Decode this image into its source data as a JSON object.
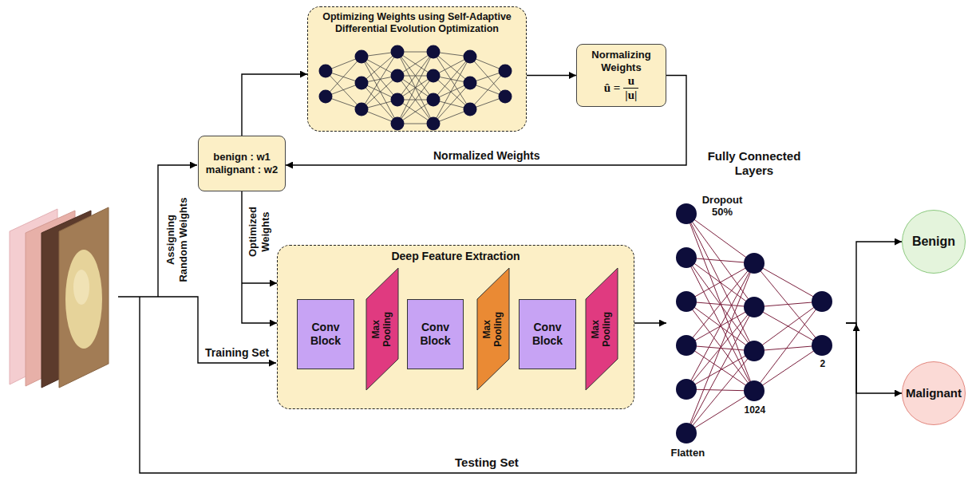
{
  "diagram": {
    "nodes": [
      {
        "text": [
          "Optimizing Weights using Self-Adaptive Differential Evolution Optimization"
        ]
      },
      {
        "text": [
          "Normalizing Weights",
          "û =",
          "u",
          "|u|"
        ]
      },
      {
        "text": [
          "benign : w1",
          "malignant : w2"
        ]
      },
      {
        "text": [
          "Deep Feature Extraction"
        ]
      },
      {
        "text": [
          "Conv Block"
        ],
        "in": 3
      },
      {
        "text": [
          "Max Pooling"
        ],
        "in": 3
      },
      {
        "text": [
          "Conv Block"
        ],
        "in": 3
      },
      {
        "text": [
          "Max Pooling"
        ],
        "in": 3
      },
      {
        "text": [
          "Conv Block"
        ],
        "in": 3
      },
      {
        "text": [
          "Max Pooling"
        ],
        "in": 3
      },
      {
        "text": [
          "Fully Connected Layers"
        ]
      },
      {
        "text": [
          "Benign"
        ]
      },
      {
        "text": [
          "Malignant"
        ]
      }
    ],
    "edges": [
      {
        "from": 2,
        "to": 0,
        "arrow": "to"
      },
      {
        "from": 0,
        "to": 1,
        "arrow": "to"
      },
      {
        "from": 1,
        "to": 2,
        "label": "Normalized Weights",
        "arrow": "to"
      },
      {
        "from": 2,
        "to": 3,
        "label": "Optimized Weights",
        "arrow": "to"
      },
      {
        "from": 3,
        "to": 10,
        "arrow": "to"
      },
      {
        "from": 10,
        "to": 11,
        "arrow": "to"
      },
      {
        "from": 10,
        "to": 12,
        "arrow": "to"
      }
    ],
    "labels": [
      "Assigning Random Weights",
      "Training Set",
      "Testing Set",
      "Dropout 50%",
      "1024",
      "2",
      "Flatten"
    ]
  }
}
